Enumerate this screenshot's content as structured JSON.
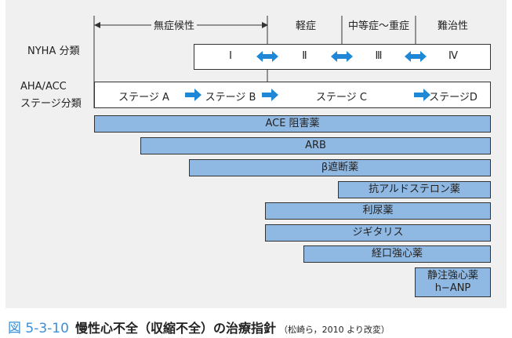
{
  "header": {
    "col1": "無症候性",
    "col2": "軽症",
    "col3": "中等症〜重症",
    "col4": "難治性"
  },
  "rows": {
    "nyha_label": "NYHA 分類",
    "aha_label_line1": "AHA/ACC",
    "aha_label_line2": "ステージ分類"
  },
  "nyha": [
    "Ⅰ",
    "Ⅱ",
    "Ⅲ",
    "Ⅳ"
  ],
  "stages": [
    "ステージ A",
    "ステージ B",
    "ステージ C",
    "ステージD"
  ],
  "drugs": {
    "ace": "ACE 阻害薬",
    "arb": "ARB",
    "beta": "β遮断薬",
    "anti_aldo": "抗アルドステロン薬",
    "diuretic": "利尿薬",
    "digitalis": "ジギタリス",
    "oral_inotrope_line1": "経口強心薬",
    "iv_inotrope_line1": "静注強心薬",
    "iv_inotrope_line2": "h−ANP"
  },
  "caption": {
    "number": "図 5-3-10",
    "title": "慢性心不全（収縮不全）の治療指針",
    "note": "（松崎ら，2010 より改変）"
  },
  "colors": {
    "bar_fill": "#8fb8e3",
    "arrow": "#1e88d6",
    "caption_number": "#3a8fd8"
  }
}
